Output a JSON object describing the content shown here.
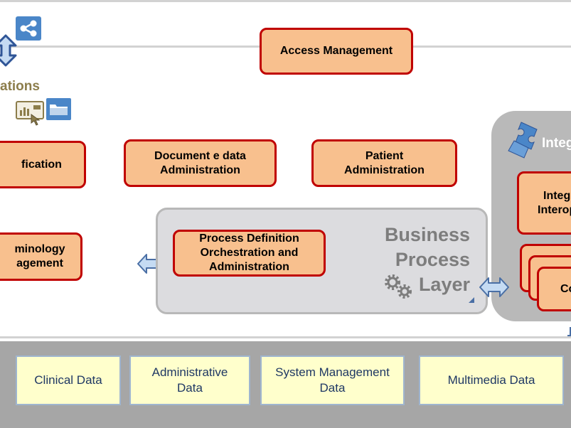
{
  "header": {
    "access_management": "Access Management",
    "applications_label": "ations"
  },
  "modules": {
    "identification": "fication",
    "document_data_administration": "Document e data\nAdministration",
    "patient_administration": "Patient\nAdministration",
    "terminology_management": "minology\nagement",
    "process_definition": "Process Definition\nOrchestration and\nAdministration"
  },
  "business_process_layer": {
    "title": "Business\nProcess\nLayer"
  },
  "integration": {
    "title": "Integ",
    "box1": "Integ\nInterop",
    "box_stack_front": "Co"
  },
  "data_layer": {
    "items": [
      "Clinical Data",
      "Administrative\nData",
      "System Management\nData",
      "Multimedia Data"
    ]
  },
  "colors": {
    "module_fill": "#f8c08e",
    "module_border": "#c00000",
    "data_fill": "#ffffcc",
    "data_text": "#1f3864",
    "footer_bg": "#a6a6a6",
    "arrow_fill": "#c5dbf3",
    "arrow_stroke": "#4a6fa5"
  },
  "icons": [
    "share-icon",
    "vertical-double-arrow-icon",
    "dashboard-touch-icon",
    "folder-icon",
    "puzzle-icon",
    "gears-icon",
    "double-arrow-icon"
  ]
}
